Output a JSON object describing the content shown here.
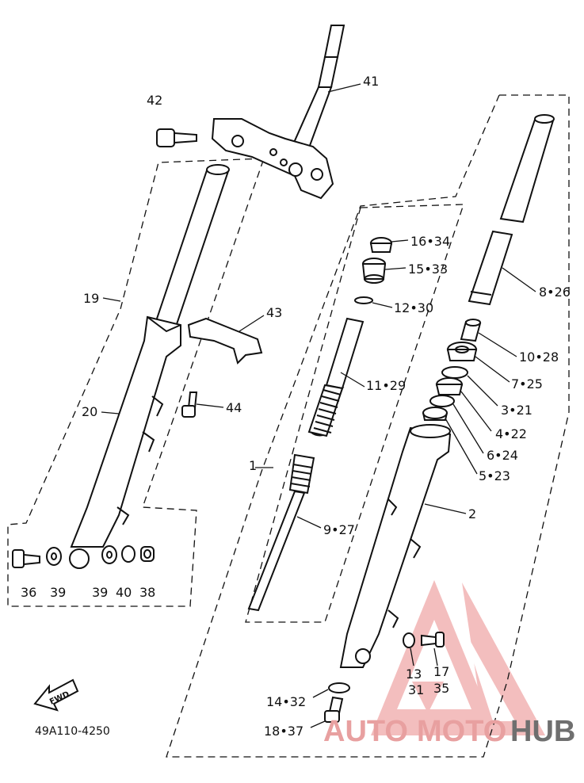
{
  "diagram": {
    "code": "49A110-4250",
    "fwd_badge": "FWD",
    "labels": {
      "p41": "41",
      "p42": "42",
      "p19": "19",
      "p43": "43",
      "p20": "20",
      "p44": "44",
      "p36": "36",
      "p39a": "39",
      "p39b": "39",
      "p40": "40",
      "p38": "38",
      "p16_34": "16•34",
      "p15_33": "15•33",
      "p12_30": "12•30",
      "p11_29": "11•29",
      "p1": "1",
      "p9_27": "9•27",
      "p8_26": "8•26",
      "p10_28": "10•28",
      "p7_25": "7•25",
      "p3_21": "3•21",
      "p4_22": "4•22",
      "p6_24": "6•24",
      "p5_23": "5•23",
      "p2": "2",
      "p13": "13",
      "p17": "17",
      "p31": "31",
      "p35": "35",
      "p14_32": "14•32",
      "p18_37": "18•37"
    }
  },
  "watermark": {
    "word_a": "AUTO",
    "word_b": "MOTO",
    "word_c": "HUB",
    "color_light": "#e8a0a0",
    "color_dark": "#6f6f6f"
  }
}
